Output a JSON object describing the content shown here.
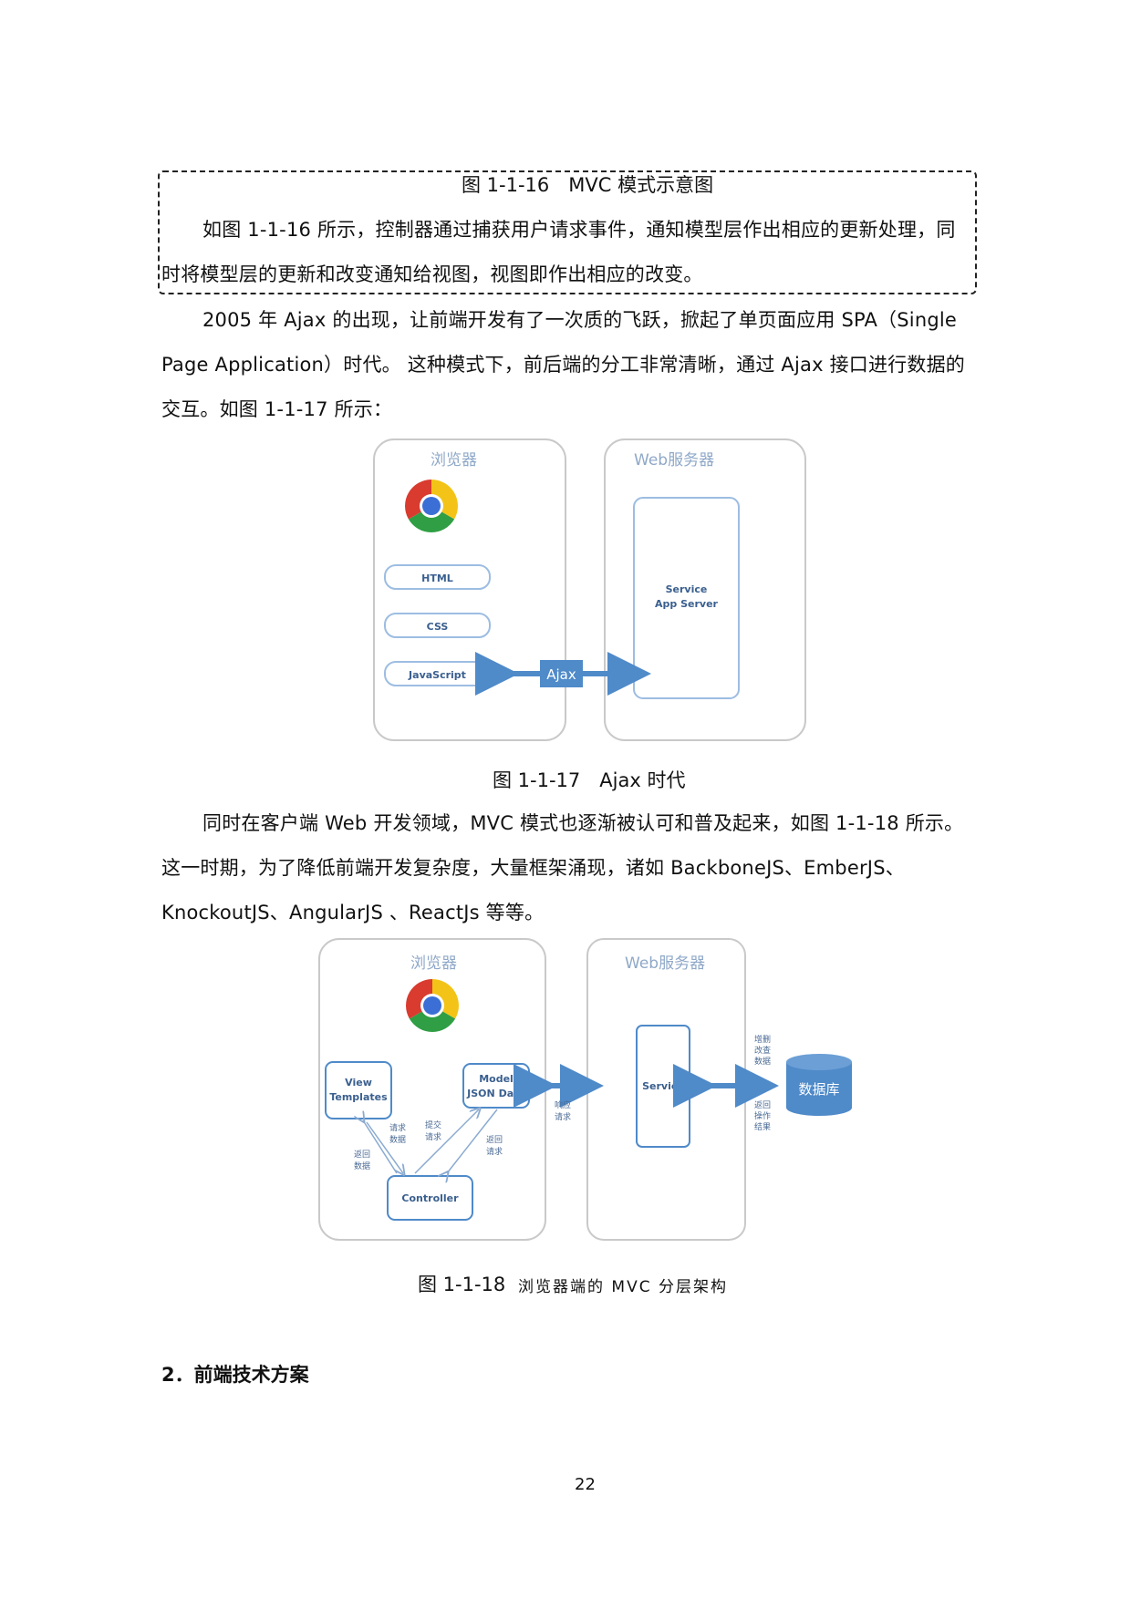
{
  "top_box": {
    "caption": "图 1-1-16　MVC 模式示意图",
    "lines": [
      "如图 1-1-16 所示，控制器通过捕获用户请求事件，通知模型层作出相应的更新处理，同",
      "时将模型层的更新和改变通知给视图，视图即作出相应的改变。"
    ]
  },
  "para1": {
    "lines": [
      "2005 年 Ajax 的出现，让前端开发有了一次质的飞跃，掀起了单页面应用 SPA（Single",
      "Page Application）时代。 这种模式下，前后端的分工非常清晰，通过 Ajax 接口进行数据的",
      "交互。如图 1-1-17 所示："
    ]
  },
  "fig17": {
    "browser_title": "浏览器",
    "server_title": "Web服务器",
    "html": "HTML",
    "css": "CSS",
    "javascript": "JavaScript",
    "ajax": "Ajax",
    "service": "Service",
    "app_server": "App Server",
    "caption": "图 1-1-17　Ajax 时代"
  },
  "para2": {
    "lines": [
      "同时在客户端 Web 开发领域，MVC 模式也逐渐被认可和普及起来，如图 1-1-18 所示。",
      "这一时期，为了降低前端开发复杂度，大量框架涌现，诸如 BackboneJS、EmberJS、",
      "KnockoutJS、AngularJS 、ReactJs 等等。"
    ]
  },
  "fig18": {
    "browser_title": "浏览器",
    "server_title": "Web服务器",
    "view": "View",
    "templates": "Templates",
    "model": "Model",
    "json_data": "JSON Data",
    "controller": "Controller",
    "service": "Service",
    "database": "数据库",
    "req_data_1": "请求",
    "req_data_2": "数据",
    "submit_1": "提交",
    "submit_2": "请求",
    "return_req_1": "返回",
    "return_req_2": "请求",
    "return_data_1": "返回",
    "return_data_2": "数据",
    "respond_1": "响应",
    "respond_2": "请求",
    "crud_1": "增删",
    "crud_2": "改查",
    "crud_3": "数据",
    "result_1": "返回",
    "result_2": "操作",
    "result_3": "结果",
    "caption_num": "图 1-1-18",
    "caption_text": "浏览器端的 MVC 分层架构"
  },
  "section_heading": "2．前端技术方案",
  "page_number": "22",
  "colors": {
    "accent_blue": "#4f8ac9",
    "box_border": "#9dbde2",
    "title_blue": "#8fa8c8"
  }
}
